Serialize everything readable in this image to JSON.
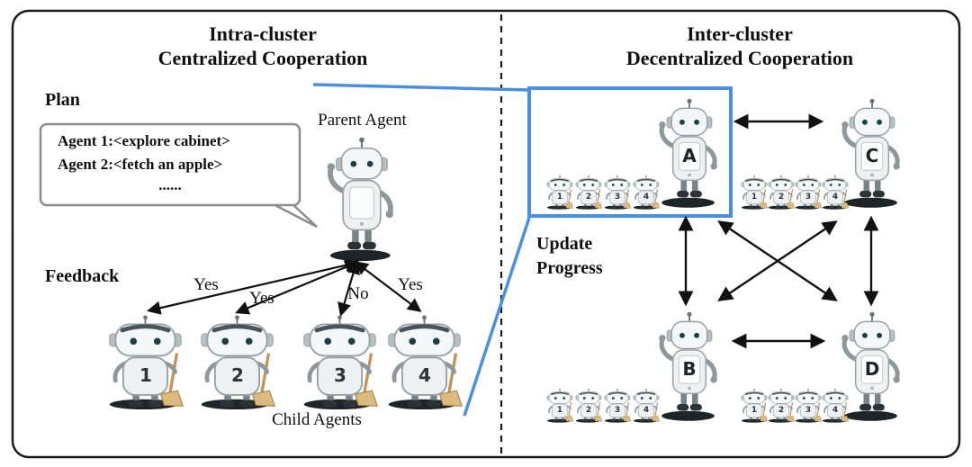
{
  "figure": {
    "left_panel": {
      "title": "Intra-cluster\nCentralized Cooperation",
      "plan_label": "Plan",
      "plan_bubble_lines": [
        "Agent 1:<explore cabinet>",
        "Agent 2:<fetch an apple>",
        "......"
      ],
      "parent_agent_label": "Parent Agent",
      "feedback_label": "Feedback",
      "feedback_answers": [
        "Yes",
        "Yes",
        "No",
        "Yes"
      ],
      "child_agents_label": "Child Agents",
      "child_agent_ids": [
        "1",
        "2",
        "3",
        "4"
      ]
    },
    "right_panel": {
      "title": "Inter-cluster\nDecentralized Cooperation",
      "update_progress_label": "Update\nProgress",
      "clusters": [
        {
          "id": "A",
          "member_ids": [
            "1",
            "2",
            "3",
            "4"
          ]
        },
        {
          "id": "C",
          "member_ids": [
            "1",
            "2",
            "3",
            "4"
          ]
        },
        {
          "id": "B",
          "member_ids": [
            "1",
            "2",
            "3",
            "4"
          ]
        },
        {
          "id": "D",
          "member_ids": [
            "1",
            "2",
            "3",
            "4"
          ]
        }
      ]
    },
    "colors": {
      "highlight_blue": "#4a90e2",
      "arrow_black": "#111111",
      "robot_eye_teal": "#1f3d47",
      "broom_tan": "#dcb97e"
    }
  }
}
